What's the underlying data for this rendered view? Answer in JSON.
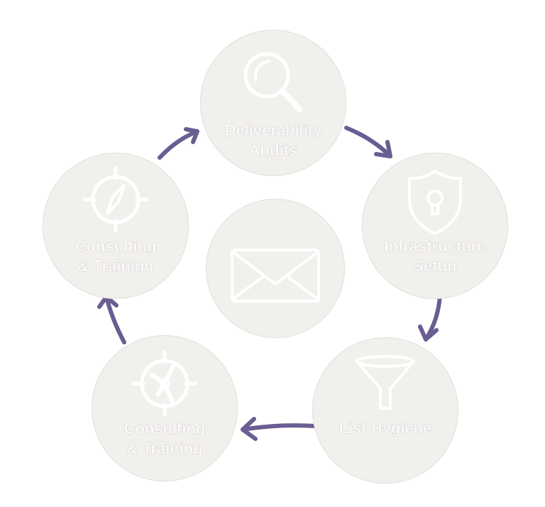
{
  "colors": {
    "node_fill": "#f2f0ed",
    "arrow": "#6a5d92",
    "icon": "#ffffff"
  },
  "center": {
    "icon": "envelope-icon"
  },
  "nodes": [
    {
      "line1": "Deliverability",
      "line2": "Audits",
      "icon": "magnifier-icon"
    },
    {
      "line1": "Infrastructure",
      "line2": "Setup",
      "icon": "shield-lock-icon"
    },
    {
      "line1": "List Hygiene",
      "line2": "",
      "icon": "funnel-icon"
    },
    {
      "line1": "Consulting",
      "line2": "& Training",
      "icon": "compass-target-icon"
    },
    {
      "line1": "Consulting",
      "line2": "& Training",
      "icon": "compass-target-icon"
    }
  ]
}
